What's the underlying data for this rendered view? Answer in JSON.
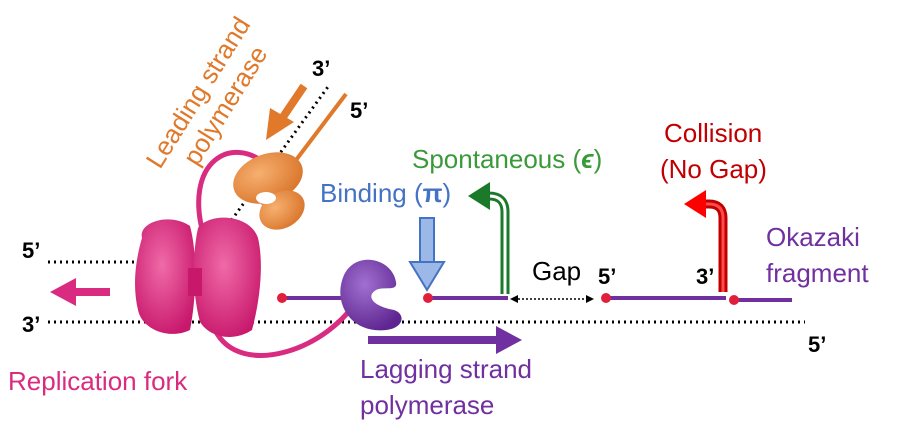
{
  "strand_ends": {
    "lead_top_3": "3’",
    "lead_top_5": "5’",
    "left_upper_5": "5’",
    "left_lower_3": "3’",
    "right_bottom_5": "5’",
    "frag_5": "5’",
    "frag_3": "3’"
  },
  "labels": {
    "leading_line1": "Leading strand",
    "leading_line2": "polymerase",
    "spontaneous": "Spontaneous (",
    "spontaneous_symbol": "ϵ",
    "spontaneous_close": ")",
    "binding": "Binding (",
    "binding_symbol": "π",
    "binding_close": ")",
    "collision_line1": "Collision",
    "collision_line2": "(No Gap)",
    "gap": "Gap",
    "okazaki_line1": "Okazaki",
    "okazaki_line2": "fragment",
    "replication_fork": "Replication fork",
    "lagging_line1": "Lagging strand",
    "lagging_line2": "polymerase"
  },
  "colors": {
    "leading": "#e0792a",
    "fork": "#d92c80",
    "lagging": "#7030a0",
    "binding": "#4472c4",
    "spontaneous": "#3a9a3a",
    "collision": "#c00000",
    "dna_end": "#e0203a",
    "binding_arrow_fill": "#9cb8e6",
    "spont_arrow": "#1a7a2a",
    "collision_arrow": "#ff0000"
  }
}
